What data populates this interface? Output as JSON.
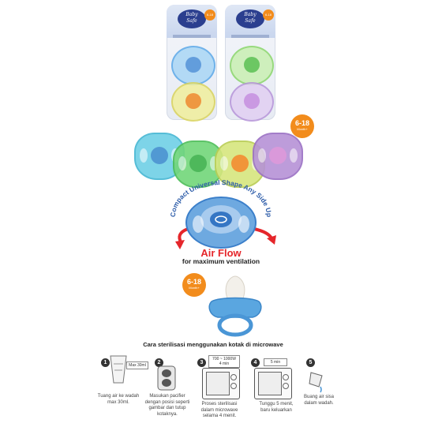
{
  "packages": [
    {
      "brand_line1": "Baby",
      "brand_line2": "Safe",
      "age": "6-18",
      "color_top": "#66b8ef",
      "color_bottom": "#e8e266"
    },
    {
      "brand_line1": "Baby",
      "brand_line2": "Safe",
      "age": "6-18",
      "color_top": "#8ad66a",
      "color_bottom": "#b693d9"
    }
  ],
  "lineup": {
    "age_badge": {
      "value": "6-18",
      "unit": "Month+"
    },
    "colors": [
      "#6fd0e6",
      "#72d67a",
      "#d6e67e",
      "#b692d6"
    ]
  },
  "feature": {
    "arc_text": "Compact Universal Shape Any Side Up",
    "headline": "Air Flow",
    "subline": "for maximum ventilation",
    "accent": "#e5262b"
  },
  "product": {
    "age_badge": {
      "value": "6-18",
      "unit": "Month+"
    },
    "color": "#5aa6e0"
  },
  "instructions": {
    "title": "Cara sterilisasi menggunakan kotak di microwave",
    "steps": [
      {
        "num": "1",
        "label": "Max 30ml",
        "text_lines": [
          "Tuang air ke wadah",
          "max 30ml."
        ]
      },
      {
        "num": "2",
        "text_lines": [
          "Masukan pacifier",
          "dengan posisi seperti",
          "gambar dan tutup",
          "kotaknya."
        ]
      },
      {
        "num": "3",
        "label_lines": [
          "700 ~ 1000W",
          "4 min"
        ],
        "text_lines": [
          "Proses sterilisasi",
          "dalam microwave",
          "selama 4 menit."
        ]
      },
      {
        "num": "4",
        "label": "5 min",
        "text_lines": [
          "Tunggu 5 menit,",
          "baru keluarkan"
        ]
      },
      {
        "num": "5",
        "text_lines": [
          "Buang air sisa",
          "dalam wadah."
        ]
      }
    ]
  }
}
